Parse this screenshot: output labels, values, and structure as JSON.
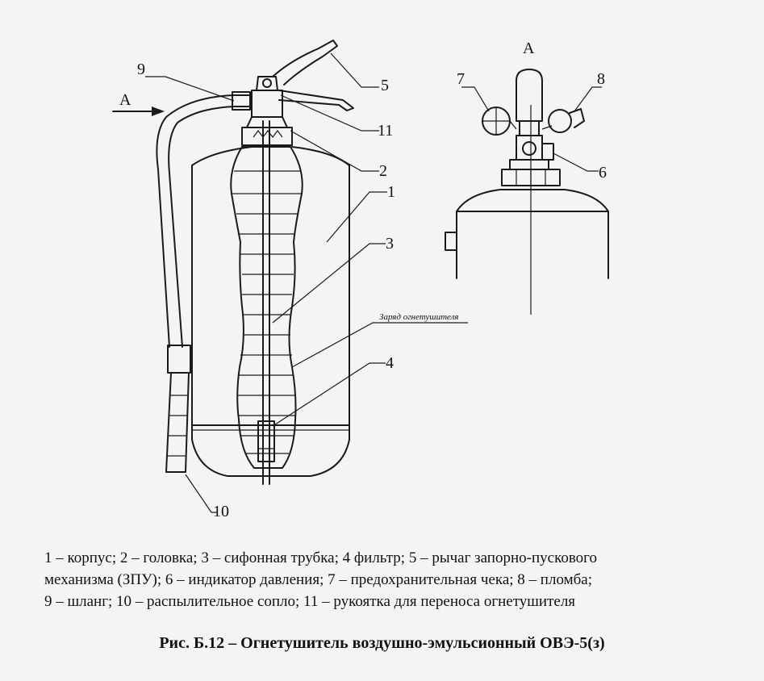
{
  "figure": {
    "callouts": {
      "n1": "1",
      "n2": "2",
      "n3": "3",
      "n4": "4",
      "n5": "5",
      "n6": "6",
      "n7": "7",
      "n8": "8",
      "n9": "9",
      "n10": "10",
      "n11": "11"
    },
    "view_arrow_label": "А",
    "view_title": "А",
    "charge_label": "Заряд огнетушителя"
  },
  "legend": {
    "line1": "1 – корпус; 2 – головка; 3 – сифонная трубка; 4 фильтр; 5 – рычаг запорно-пускового",
    "line2": "механизма (ЗПУ); 6 – индикатор давления; 7 – предохранительная чека; 8 – пломба;",
    "line3": "9 – шланг; 10 – распылительное сопло; 11 – рукоятка для переноса огнетушителя"
  },
  "caption": "Рис. Б.12 – Огнетушитель воздушно-эмульсионный ОВЭ-5(з)"
}
